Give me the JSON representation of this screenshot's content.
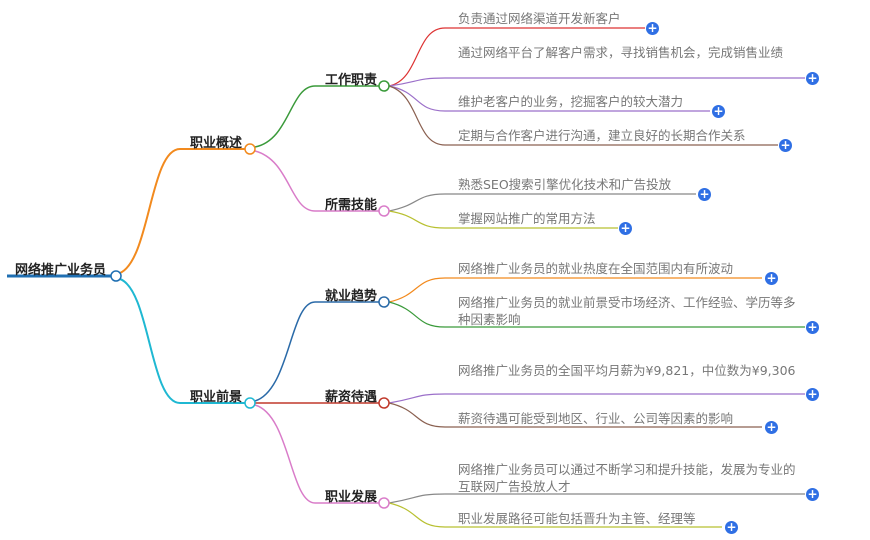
{
  "root": {
    "label": "网络推广业务员",
    "color": "#1f6fb2"
  },
  "branches": [
    {
      "label": "职业概述",
      "color": "#f28a1e",
      "children": [
        {
          "label": "工作职责",
          "color": "#3a9a3a",
          "leaves": [
            "负责通过网络渠道开发新客户",
            "通过网络平台了解客户需求，寻找销售机会，完成销售业绩",
            "维护老客户的业务，挖掘客户的较大潜力",
            "定期与合作客户进行沟通，建立良好的长期合作关系"
          ]
        },
        {
          "label": "所需技能",
          "color": "#d97cc9",
          "leaves": [
            "熟悉SEO搜索引擎优化技术和广告投放",
            "掌握网站推广的常用方法"
          ]
        }
      ]
    },
    {
      "label": "职业前景",
      "color": "#1fb8d2",
      "children": [
        {
          "label": "就业趋势",
          "color": "#2a6aa8",
          "leaves": [
            "网络推广业务员的就业热度在全国范围内有所波动",
            "网络推广业务员的就业前景受市场经济、工作经验、学历等多种因素影响"
          ]
        },
        {
          "label": "薪资待遇",
          "color": "#c0392b",
          "leaves": [
            "网络推广业务员的全国平均月薪为¥9,821，中位数为¥9,306",
            "薪资待遇可能受到地区、行业、公司等因素的影响"
          ]
        },
        {
          "label": "职业发展",
          "color": "#d97cc9",
          "leaves": [
            "网络推广业务员可以通过不断学习和提升技能，发展为专业的互联网广告投放人才",
            "职业发展路径可能包括晋升为主管、经理等"
          ]
        }
      ]
    }
  ],
  "expand_icon": "plus-icon"
}
